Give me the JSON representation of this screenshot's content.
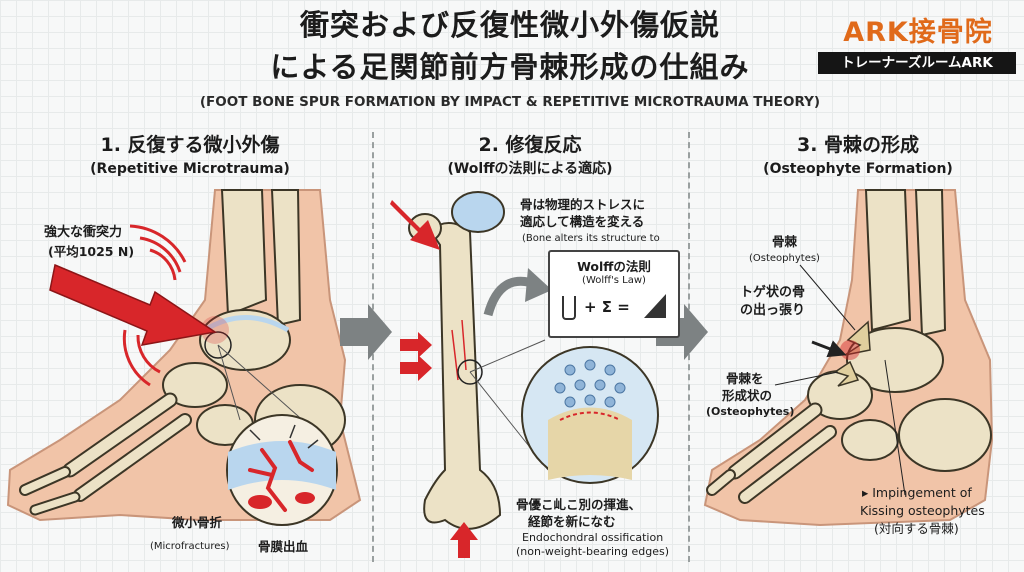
{
  "header": {
    "title_line1": "衝突および反復性微小外傷仮説",
    "title_line2": "による足関節前方骨棘形成の仕組み",
    "subtitle": "(FOOT BONE SPUR FORMATION BY IMPACT & REPETITIVE MICROTRAUMA THEORY)"
  },
  "brand": {
    "name": "ARK接骨院",
    "tagline": "トレーナーズルームARK"
  },
  "panel1": {
    "heading": "1. 反復する微小外傷",
    "heading_en": "(Repetitive Microtrauma)",
    "force_label": "強大な衝突力",
    "force_value": "(平均1025 N)",
    "microfracture_label": "微小骨折",
    "microfracture_en": "(Microfractures)",
    "hemorrhage_label": "骨膜出血"
  },
  "panel2": {
    "heading": "2. 修復反応",
    "heading_en": "(Wolffの法則による適応)",
    "note_line1": "骨は物理的ストレスに",
    "note_line2": "適応して構造を変える",
    "note_en": "(Bone alters its structure to",
    "law_title": "Wolffの法則",
    "law_en": "(Wolff's Law)",
    "formula": "+ Σ =",
    "ossification_line1": "骨優こ乢こ別の揮進、",
    "ossification_line2": "経節を新になむ",
    "ossification_en": "Endochondral ossification",
    "ossification_note": "(non-weight-bearing edges)"
  },
  "panel3": {
    "heading": "3. 骨棘の形成",
    "heading_en": "(Osteophyte Formation)",
    "osteophyte_label": "骨棘",
    "osteophyte_en": "(Osteophytes)",
    "spike_line1": "トゲ状の骨",
    "spike_line2": "の出っ張り",
    "formed_line1": "骨棘を",
    "formed_line2": "形成状の",
    "formed_en": "(Osteophytes)",
    "impinge_line1": "▸ Impingement of",
    "impinge_line2": "Kissing osteophytes",
    "impinge_jp": "(対向する骨棘)"
  },
  "colors": {
    "bone": "#ece2c6",
    "bone_outline": "#3c3626",
    "skin": "#f1c4a8",
    "red": "#d8262a",
    "cartilage": "#b9d6ee",
    "arrow_gray": "#7d8283",
    "brand_orange": "#e06a1a"
  }
}
